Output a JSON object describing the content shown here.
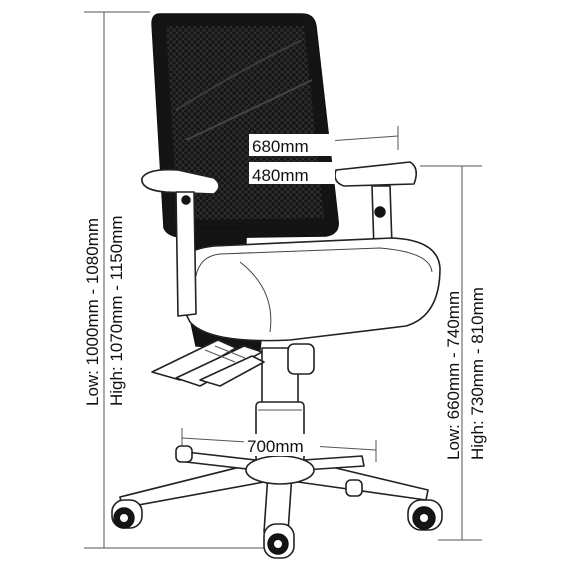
{
  "dimensions": {
    "seat_depth": "680mm",
    "seat_width": "480mm",
    "base_diameter": "700mm",
    "overall_height_low": "Low: 1000mm - 1080mm",
    "overall_height_high": "High: 1070mm - 1150mm",
    "seat_height_low": "Low: 660mm - 740mm",
    "seat_height_high": "High: 730mm - 810mm"
  },
  "colors": {
    "mesh_back": "#141414",
    "line": "#222222",
    "dimension_line": "#555555"
  }
}
